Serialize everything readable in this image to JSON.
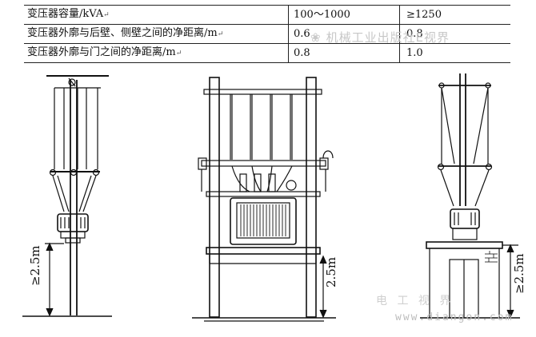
{
  "table": {
    "rows": [
      {
        "label": "变压器容量/kVA",
        "mark": "↵",
        "v1": "100～1000",
        "v2": "≥1250"
      },
      {
        "label": "变压器外廓与后壁、侧壁之间的净距离/m",
        "mark": "↵",
        "v1": "0.6",
        "v2": "0.8"
      },
      {
        "label": "变压器外廓与门之间的净距离/m",
        "mark": "↵",
        "v1": "0.8",
        "v2": "1.0"
      }
    ]
  },
  "watermarks": {
    "publisher": "机械工业出版社E视界",
    "site_cn": "电 工 视 界",
    "site_url": "www.diangon.com"
  },
  "drawings": {
    "left_height": "≥2.5m",
    "middle_height": "2.5m",
    "right_height": "≥2.5m"
  },
  "colors": {
    "line": "#111111",
    "watermark": "#c7c7c7"
  }
}
